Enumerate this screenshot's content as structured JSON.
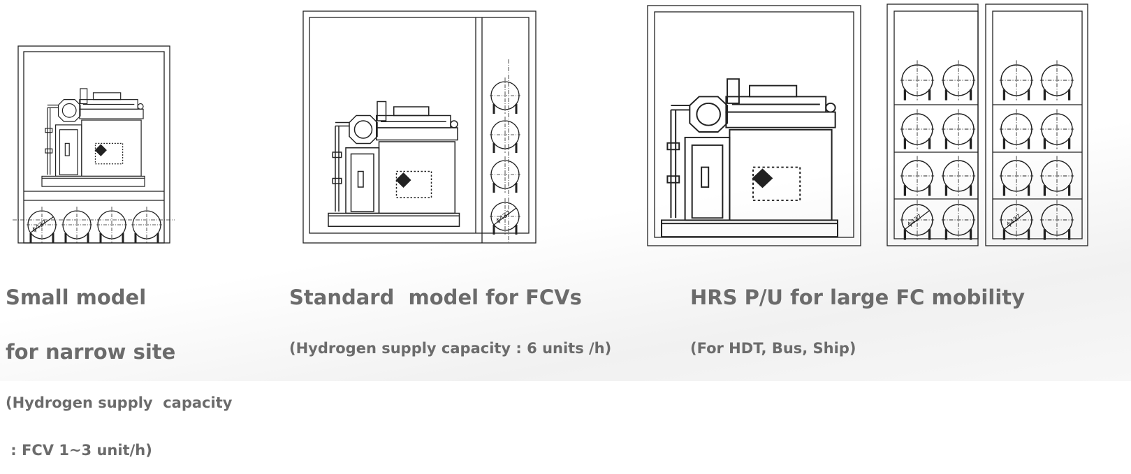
{
  "models": [
    {
      "title_lines": [
        "Small model",
        "for narrow site"
      ],
      "subtitle_lines": [
        "(Hydrogen supply  capacity",
        " : FCV 1~3 unit/h)"
      ]
    },
    {
      "title_lines": [
        "Standard  model for FCVs"
      ],
      "subtitle_lines": [
        "(Hydrogen supply capacity : 6 units /h)"
      ]
    },
    {
      "title_lines": [
        "HRS P/U for large FC mobility"
      ],
      "subtitle_lines": [
        "(For HDT, Bus, Ship)"
      ]
    }
  ],
  "tank_dimension_label": "ϕ437"
}
